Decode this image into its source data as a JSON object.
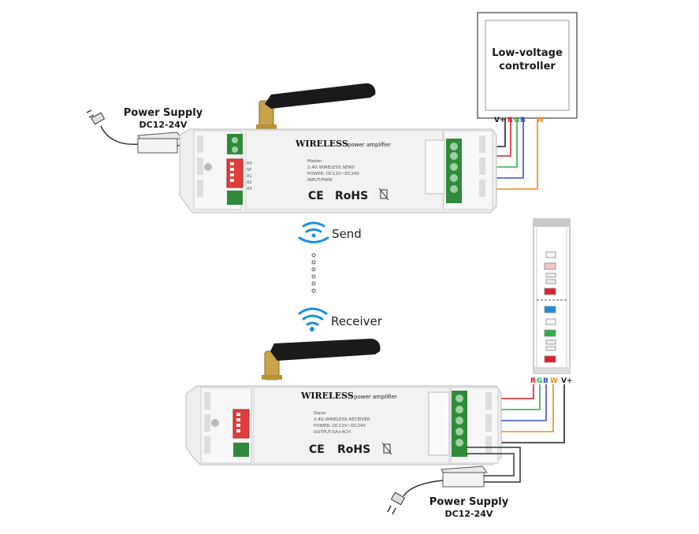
{
  "controller": {
    "label_line1": "Low-voltage",
    "label_line2": "controller",
    "pins": [
      "V+",
      "R",
      "G",
      "B",
      "W"
    ]
  },
  "power_supply_top": {
    "label": "Power Supply",
    "voltage": "DC12-24V"
  },
  "power_supply_bottom": {
    "label": "Power Supply",
    "voltage": "DC12-24V"
  },
  "sender": {
    "brand": "WIRELESS",
    "subtitle": "power amplifier",
    "mode": "Master",
    "spec_line1": "2.4G WIRELESS SEND",
    "spec_line2": "POWER: DC12V~DC24V",
    "spec_line3": "INPUT:PWM",
    "dip_labels": [
      "RS",
      "SP",
      "A1",
      "A2",
      "A3"
    ],
    "ce": "CE",
    "rohs": "RoHS"
  },
  "receiver": {
    "brand": "WIRELESS",
    "subtitle": "power amplifier",
    "mode": "Slave",
    "spec_line1": "2.4G WIRELESS RECEIVER",
    "spec_line2": "POWER: DC12V~DC24V",
    "spec_line3": "OUTPUT:5A×4CH",
    "ce": "CE",
    "rohs": "RoHS"
  },
  "signal": {
    "send_label": "Send",
    "receive_label": "Receiver"
  },
  "led_strip": {
    "pins": [
      "R",
      "G",
      "B",
      "W",
      "V+"
    ]
  },
  "colors": {
    "red": "#e0202a",
    "green": "#2fae4a",
    "blue": "#3a4fc8",
    "orange": "#f08a1c",
    "wifi": "#1a8fe0",
    "black": "#222222",
    "device_body": "#f1f1f1",
    "terminal_green": "#2f8a3a"
  }
}
